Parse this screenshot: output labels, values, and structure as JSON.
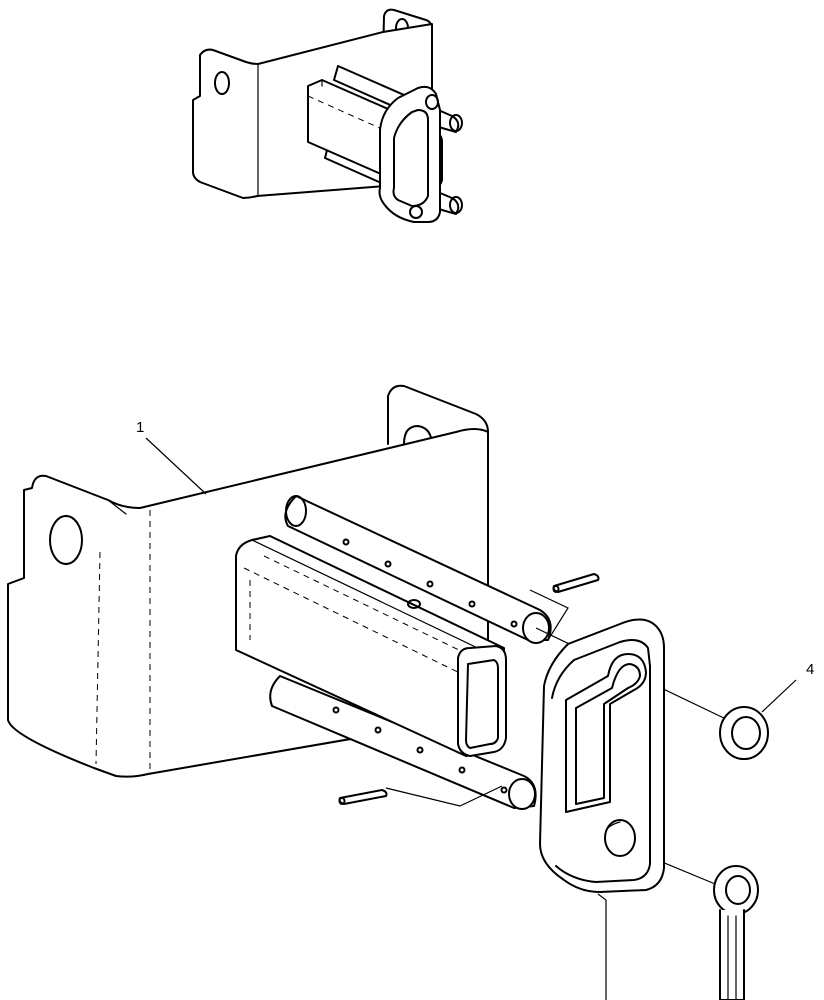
{
  "callouts": {
    "c1": "1",
    "c4": "4"
  },
  "parts": {
    "overview": "assembly-overview",
    "bracket": "mounting-bracket",
    "tube": "square-tube",
    "pin_upper": "pin-upper",
    "pin_lower": "pin-lower",
    "plate": "keyhole-plate",
    "washer": "washer",
    "eyebolt": "eye-bolt",
    "roll_pin": "roll-pin"
  }
}
